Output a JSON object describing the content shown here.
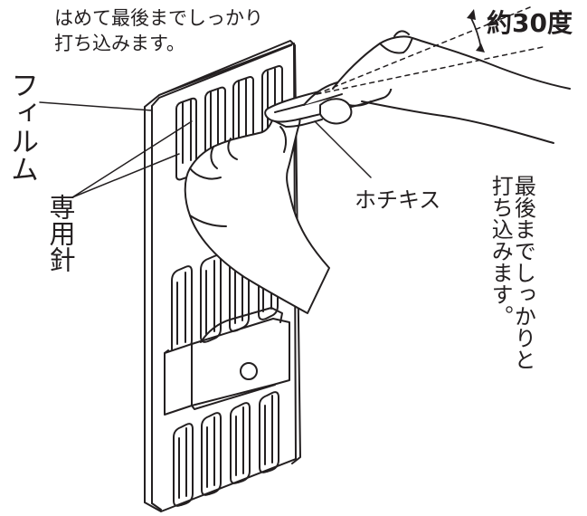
{
  "diagram": {
    "caption_line_1": "はめて最後までしっかり",
    "caption_line_2": "打ち込みます。",
    "label_film": "フィルム",
    "label_needle": "専用針",
    "label_stapler": "ホチキス",
    "side_text_col_1": "最後までしっかりと",
    "side_text_col_2": "打ち込みます。",
    "angle_label": "約30度"
  }
}
